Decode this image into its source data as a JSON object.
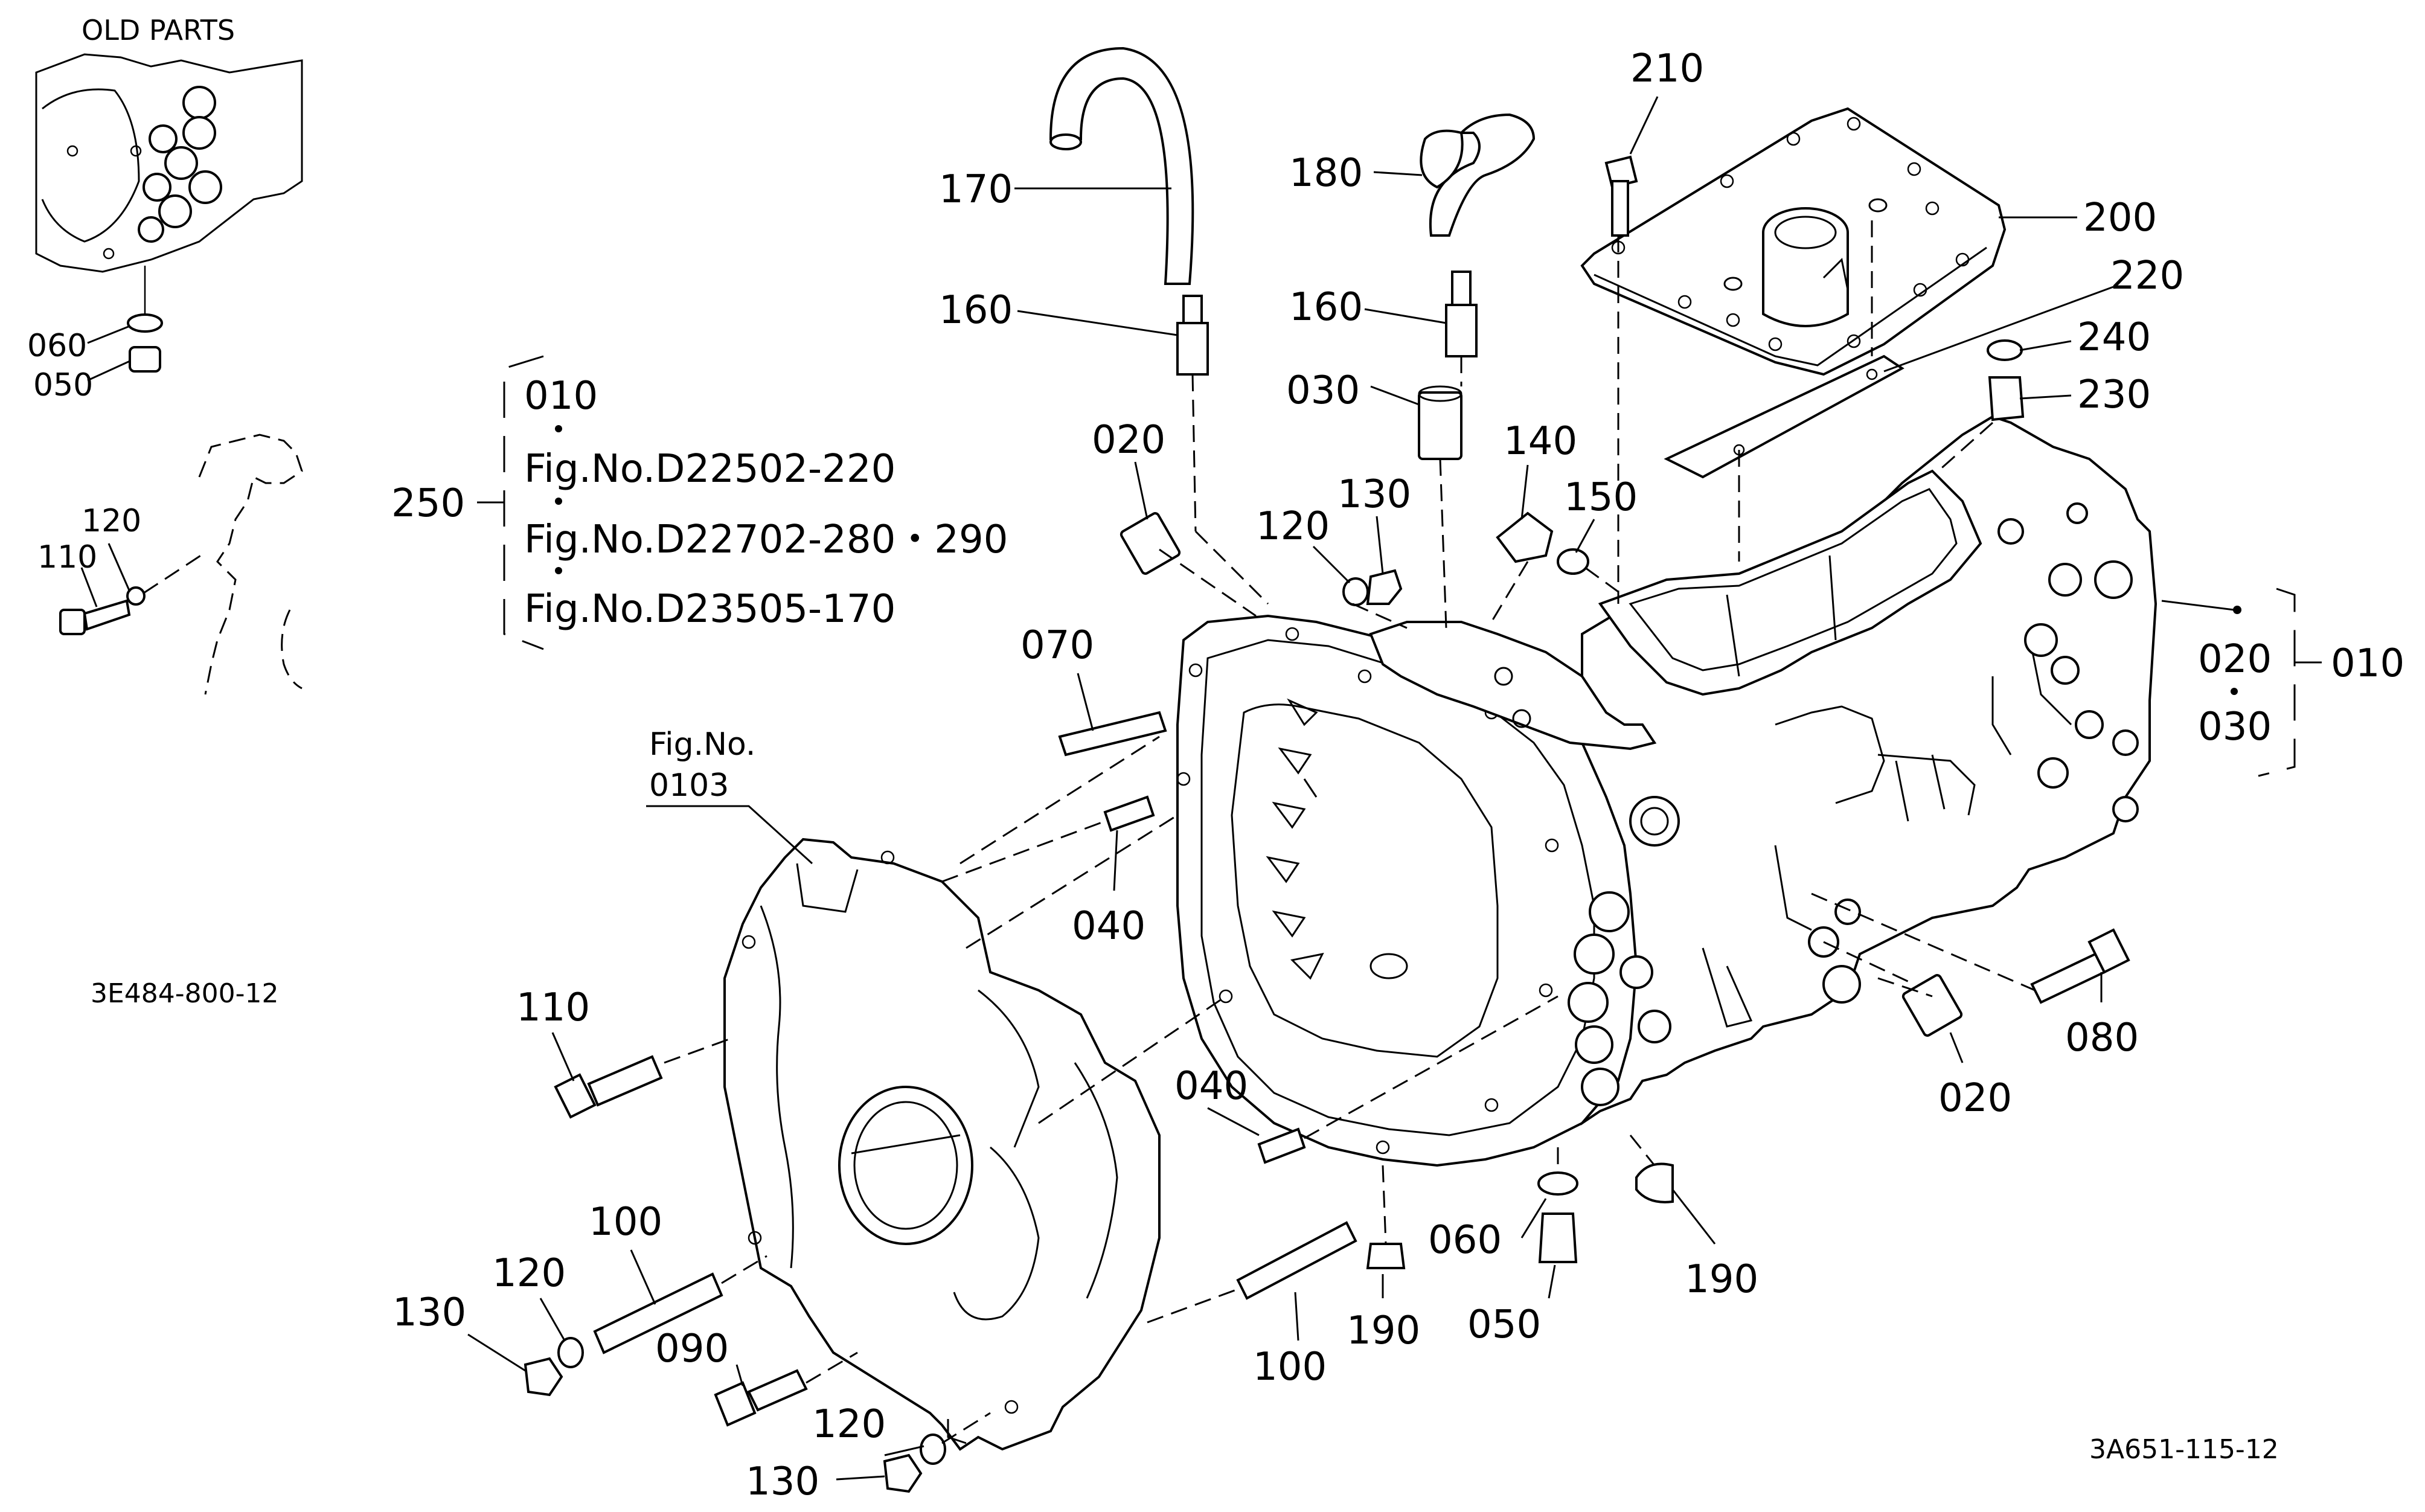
{
  "old_parts": {
    "title": "OLD PARTS",
    "labels": [
      "060",
      "050",
      "120",
      "110"
    ],
    "code": "3E484-800-12"
  },
  "group_250": {
    "number": "250",
    "items": [
      "010",
      "Fig.No.D22502-220",
      "Fig.No.D22702-280・290",
      "Fig.No.D23505-170"
    ]
  },
  "group_010": {
    "number": "010",
    "items": [
      "020",
      "030"
    ]
  },
  "fig_ref": {
    "line1": "Fig.No.",
    "line2": "0103"
  },
  "labels": {
    "p170": "170",
    "p180": "180",
    "p160a": "160",
    "p160b": "160",
    "p030": "030",
    "p020a": "020",
    "p120a": "120",
    "p130a": "130",
    "p140": "140",
    "p150": "150",
    "p210": "210",
    "p200": "200",
    "p220": "220",
    "p240": "240",
    "p230": "230",
    "p070": "070",
    "p040a": "040",
    "p110": "110",
    "p040b": "040",
    "p100a": "100",
    "p120b": "120",
    "p130b": "130",
    "p090": "090",
    "p120c": "120",
    "p130c": "130",
    "p100b": "100",
    "p190a": "190",
    "p060": "060",
    "p050": "050",
    "p190b": "190",
    "p020b": "020",
    "p080": "080"
  },
  "diagram_code": "3A651-115-12"
}
